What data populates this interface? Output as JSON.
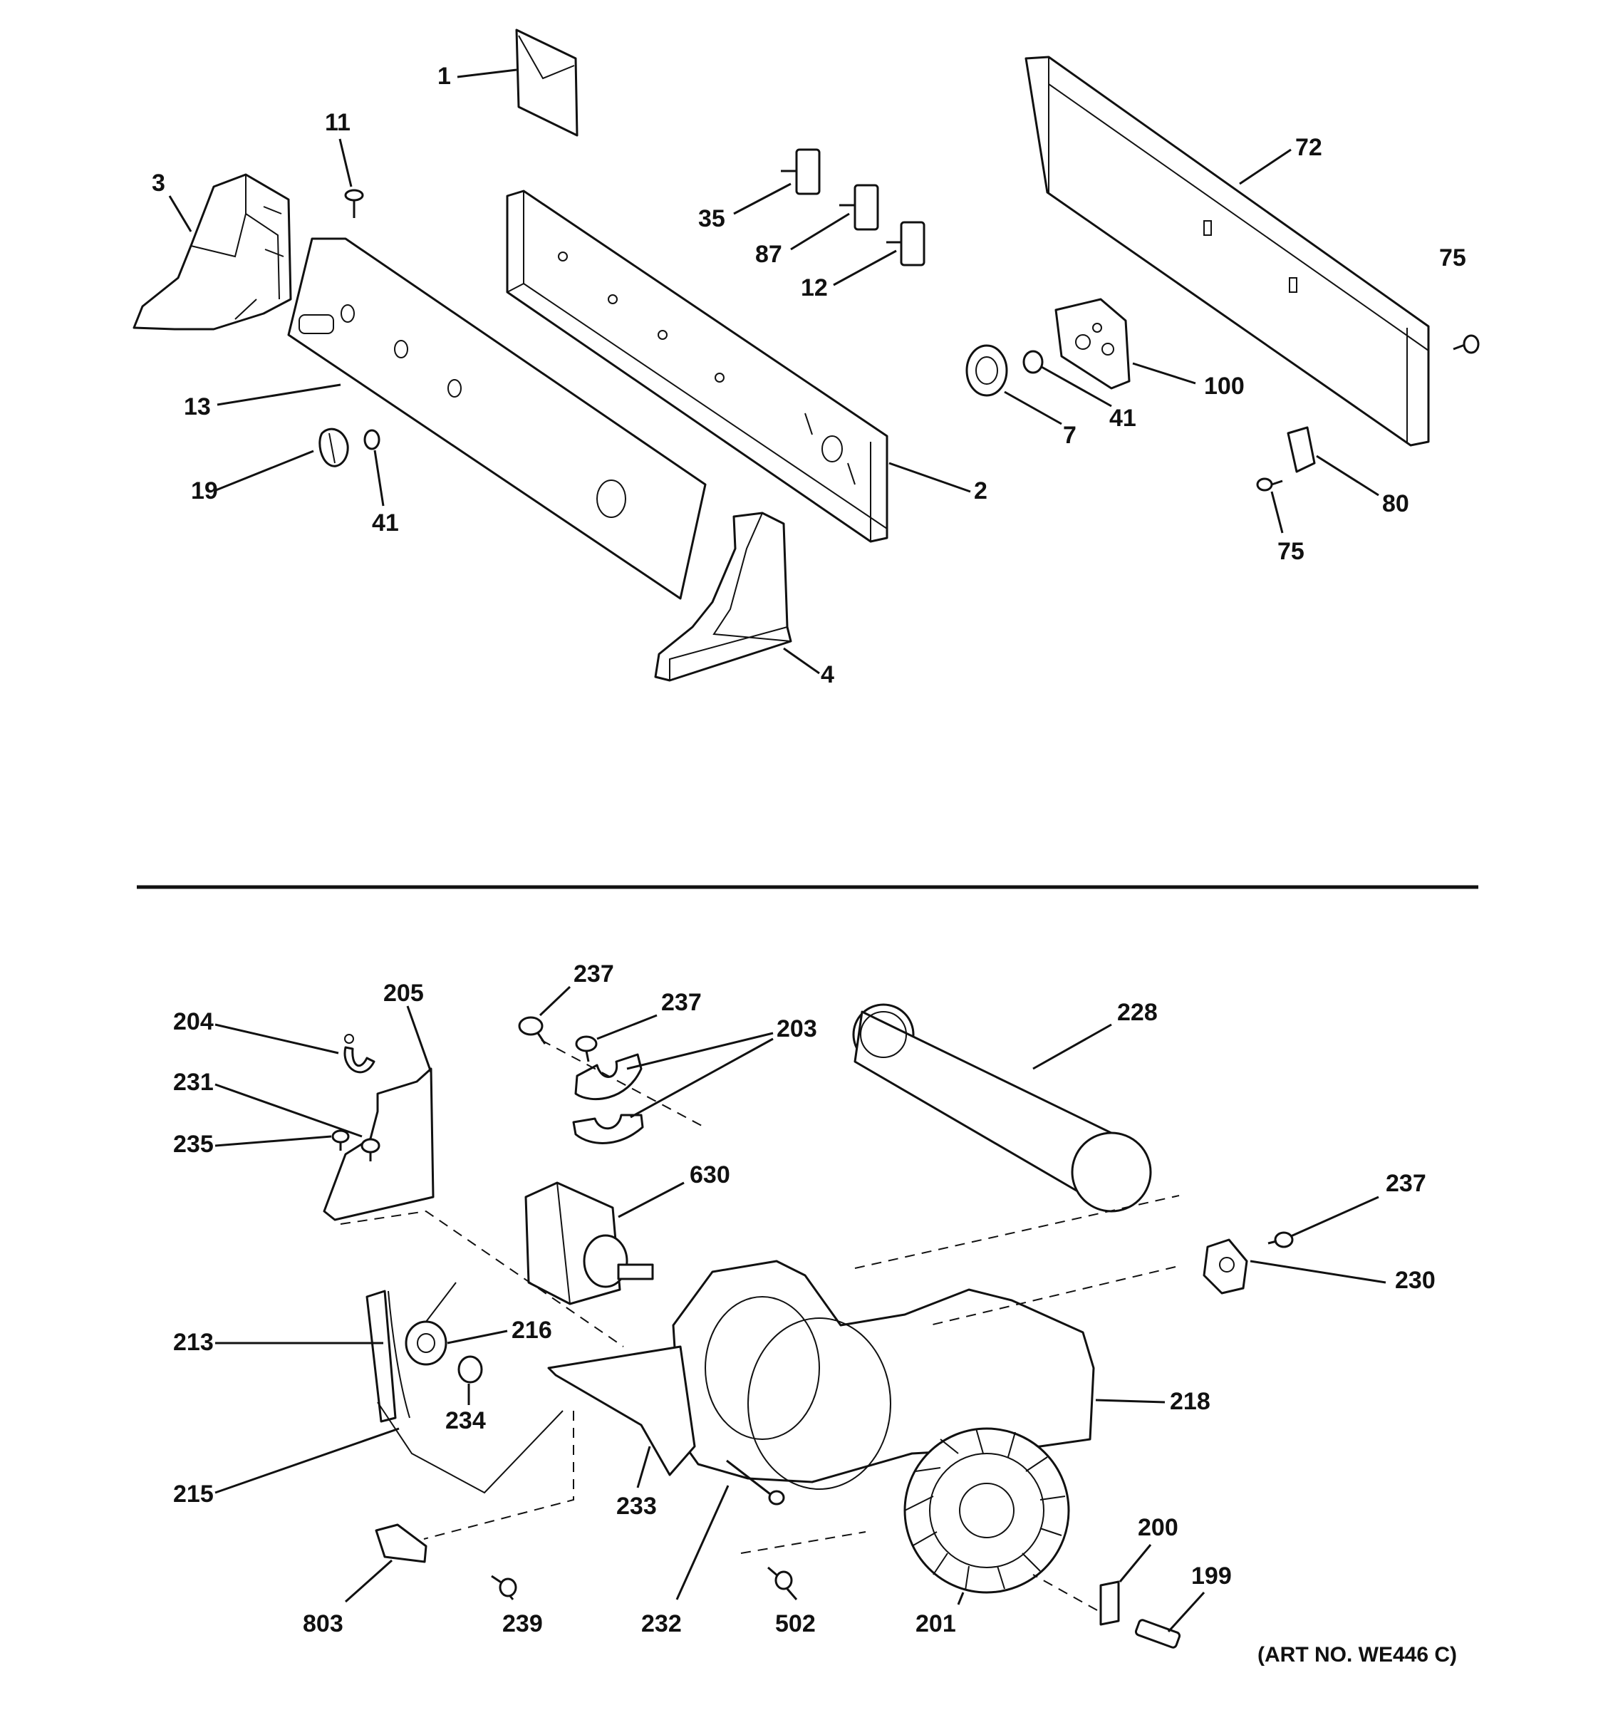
{
  "labels": {
    "l1": "1",
    "l11": "11",
    "l3": "3",
    "l13": "13",
    "l19": "19",
    "l41a": "41",
    "l4": "4",
    "l2": "2",
    "l35": "35",
    "l87": "87",
    "l12": "12",
    "l72": "72",
    "l75a": "75",
    "l100": "100",
    "l41b": "41",
    "l7": "7",
    "l80": "80",
    "l75b": "75",
    "l204": "204",
    "l205": "205",
    "l231": "231",
    "l235": "235",
    "l237a": "237",
    "l237b": "237",
    "l203": "203",
    "l228": "228",
    "l630": "630",
    "l237c": "237",
    "l230": "230",
    "l213": "213",
    "l216": "216",
    "l234": "234",
    "l218": "218",
    "l215": "215",
    "l233": "233",
    "l232": "232",
    "l200": "200",
    "l199": "199",
    "l803": "803",
    "l239": "239",
    "l502": "502",
    "l201": "201"
  },
  "art_number": "(ART NO. WE446 C)"
}
